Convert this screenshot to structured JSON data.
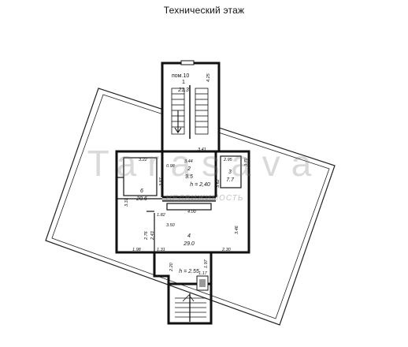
{
  "title": "Технический этаж",
  "rooms": [
    {
      "id": "room-10",
      "header": "пом.10",
      "number": "1",
      "area": "21.3"
    },
    {
      "id": "room-2",
      "number": "2",
      "area": "9.5",
      "height": "h = 2,40"
    },
    {
      "id": "room-3",
      "number": "3",
      "area": "7.7"
    },
    {
      "id": "room-6",
      "number": "6",
      "area": "20.6"
    },
    {
      "id": "room-4",
      "number": "4",
      "area": "29.0",
      "height": "h = 2.55"
    }
  ],
  "dimensions": [
    "4.25",
    "3.41",
    "3.44",
    "3.22",
    "2.95",
    "3.87",
    "4.00",
    "1.82",
    "3.50",
    "2.76",
    "2.43",
    "1.98",
    "1.31",
    "3.46",
    "2.30",
    "2.20",
    "1.97",
    "1.17",
    "3.31",
    "3.62",
    "3.70",
    "0.98"
  ],
  "watermark": {
    "main": "Tarasava",
    "sub": "НЕДВИЖИМОСТЬ"
  }
}
